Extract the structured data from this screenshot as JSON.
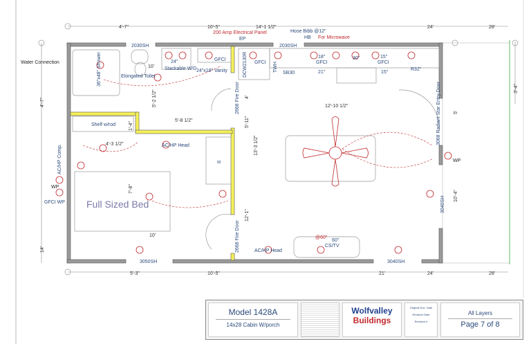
{
  "dimensions": {
    "top": [
      "4'-7\"",
      "10'-5\"",
      "14'-1 1/2\"",
      "24'",
      "28'"
    ],
    "bottom": [
      "5'-3\"",
      "10'-5\"",
      "21'",
      "24'",
      "28'"
    ],
    "left": [
      "4'-7\"",
      "14'"
    ],
    "right": [
      "3'-4\"",
      "5'",
      "10'-4\""
    ],
    "interior": [
      "10'",
      "5'-2 1/2\"",
      "5'-8 1/2\"",
      "1'-4\"",
      "4'-3 1/2\"",
      "7'-8\"",
      "10'",
      "4'",
      "5'-11\"",
      "13'-3 1/2\"",
      "12'-1\"",
      "12'-10 1/2\""
    ]
  },
  "labels": {
    "electrical_panel": "200 Amp Electrical Panel",
    "ep": "EP",
    "hose_bibb": "Hose Bibb @12\"",
    "hb": "HB",
    "microwave": "For Microwave",
    "water_connection": "Water Connection",
    "window_top_1": "2030SH",
    "window_top_2": "2030SH",
    "shower": "36\"x48\" Shower",
    "toilet": "Elongated Toilet",
    "washer_width": "24\"",
    "washer": "Stackable W/D",
    "vanity": "24\"x18\" Vanity",
    "gfci_vanity": "GFCI",
    "closet_door": "DCW2130R",
    "gfci_1": "GFCI",
    "twh": "TWH",
    "sink": "SB30",
    "cab_18": "18\"",
    "gfci_2": "GFCI",
    "cab_21": "21\"",
    "cab_30": "30\"",
    "cab_15_top": "15\"",
    "gfci_3": "GFCI",
    "cab_15": "15\"",
    "fridge": "R32\"",
    "fire_door_top": "2668 Fire Door",
    "fire_door_bottom": "2668 Fire Door",
    "entry_door": "3068 Radiant Star Entry Door",
    "shelf": "Shelf w/rod",
    "ac_head_bed": "AC/HP Head",
    "ac_comp": "AC/HP Comp.",
    "wp": "WP",
    "gfci_wp": "GFCI WP",
    "bed": "Full Sized Bed",
    "wp_right": "WP",
    "window_right": "3040SH",
    "ac_head_living": "AC/HP Head",
    "tv_height": "@60\"",
    "tv_size": "60\"",
    "cs_tv": "CS/TV",
    "window_bottom_1": "3050SH",
    "window_bottom_2": "3040SH",
    "heater": "80"
  },
  "title_block": {
    "model": "Model 1428A",
    "description": "14x28 Cabin W/porch",
    "company_line1": "Wolfvalley",
    "company_line2": "Buildings",
    "original_doc_label": "Original Doc. Date",
    "revision_date_label": "Revision Date",
    "revision_label": "Revision #",
    "layers": "All Layers",
    "page": "Page 7 of 8"
  },
  "colors": {
    "wall": "#9a9a9a",
    "fire_wall": "#f5f05a",
    "electrical": "#c0282d",
    "text": "#2a4a7a",
    "brand_blue": "#1f3f8f",
    "brand_red": "#c0282d",
    "porch_line": "#7cc47c"
  }
}
